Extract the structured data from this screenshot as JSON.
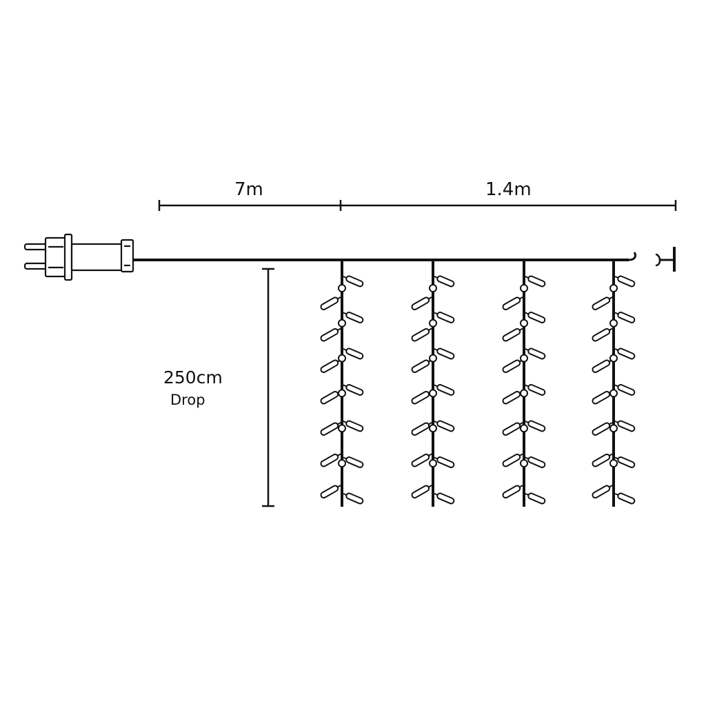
{
  "dimensions": {
    "lead_cable": "7m",
    "curtain_width": "1.4m",
    "drop_length": "250cm",
    "drop_label": "Drop"
  },
  "colors": {
    "line": "#111111",
    "background": "#ffffff"
  },
  "strands": {
    "count": 4,
    "bulb_pairs_per_strand": 7
  }
}
